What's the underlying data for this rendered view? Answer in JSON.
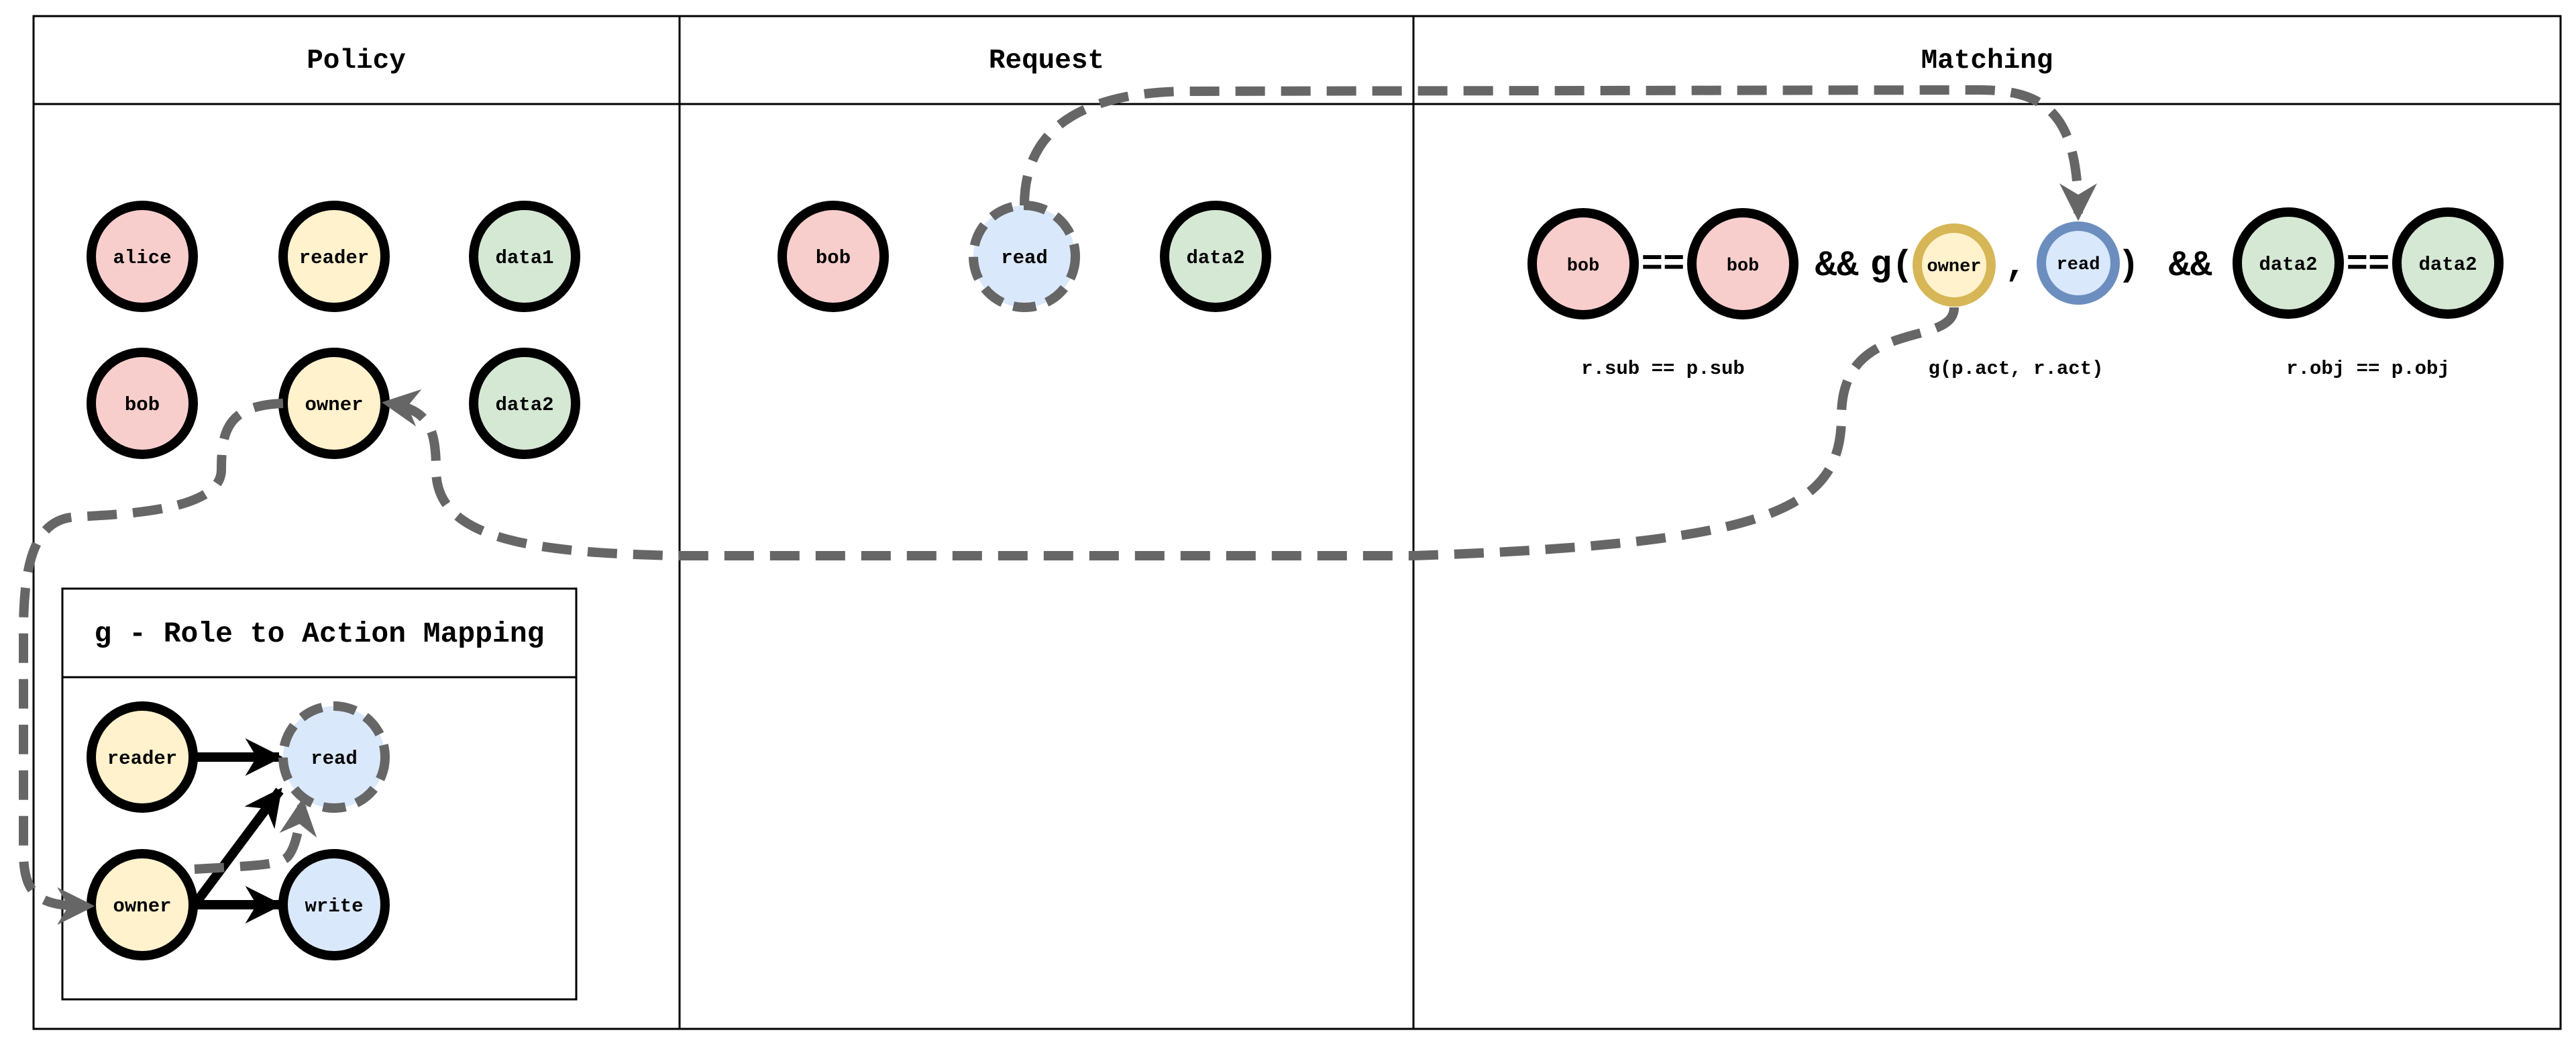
{
  "columns": {
    "policy": "Policy",
    "request": "Request",
    "matching": "Matching"
  },
  "policy": {
    "row1": [
      "alice",
      "reader",
      "data1"
    ],
    "row2": [
      "bob",
      "owner",
      "data2"
    ]
  },
  "request": {
    "items": [
      "bob",
      "read",
      "data2"
    ]
  },
  "mapping": {
    "title": "g - Role to Action Mapping",
    "roles": [
      "reader",
      "owner"
    ],
    "actions": [
      "read",
      "write"
    ]
  },
  "matching": {
    "sub_left": "bob",
    "sub_right": "bob",
    "eq1": "==",
    "and1": "&&",
    "g_open": "g(",
    "g_role": "owner",
    "comma": ",",
    "g_action": "read",
    "g_close": ")",
    "and2": "&&",
    "obj_left": "data2",
    "eq2": "==",
    "obj_right": "data2",
    "caption_sub": "r.sub == p.sub",
    "caption_g": "g(p.act, r.act)",
    "caption_obj": "r.obj == p.obj"
  },
  "colors": {
    "subject_fill": "#f8cecc",
    "role_fill": "#fff2cc",
    "object_fill": "#d5e8d4",
    "action_fill": "#dae8fc",
    "role_stroke_highlight": "#d6b656",
    "action_stroke_highlight": "#6c8ebf",
    "dashed_arrow": "#666666"
  }
}
